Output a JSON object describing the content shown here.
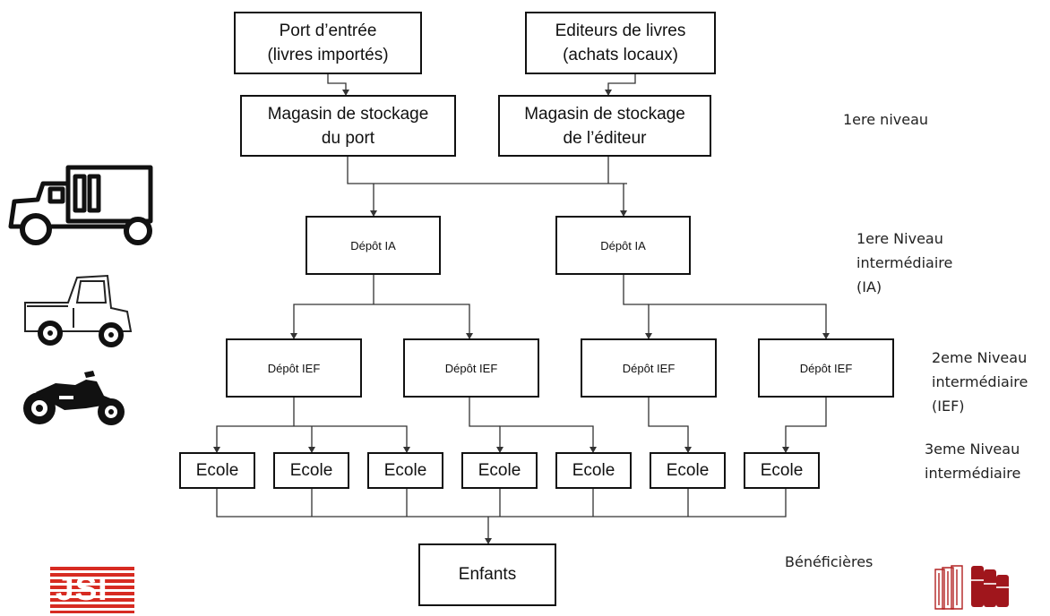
{
  "top": {
    "port": {
      "line1": "Port d’entrée",
      "line2": "(livres importés)"
    },
    "editeurs": {
      "line1": "Editeurs de livres",
      "line2": "(achats locaux)"
    }
  },
  "stores": {
    "port": {
      "line1": "Magasin de stockage",
      "line2": "du port"
    },
    "editeur": {
      "line1": "Magasin de stockage",
      "line2": "de l’éditeur"
    }
  },
  "depots_ia": [
    "Dépôt IA",
    "Dépôt IA"
  ],
  "depots_ief": [
    "Dépôt IEF",
    "Dépôt IEF",
    "Dépôt IEF",
    "Dépôt IEF"
  ],
  "ecoles": [
    "Ecole",
    "Ecole",
    "Ecole",
    "Ecole",
    "Ecole",
    "Ecole",
    "Ecole"
  ],
  "enfants": "Enfants",
  "levels": {
    "l1": "1ere niveau",
    "ia": {
      "line1": "1ere Niveau",
      "line2": "intermédiaire",
      "line3": "(IA)"
    },
    "ief": {
      "line1": "2eme Niveau",
      "line2": "intermédiaire",
      "line3": "(IEF)"
    },
    "l3": {
      "line1": "3eme Niveau",
      "line2": "intermédiaire"
    },
    "benef": "Bénéficières"
  },
  "logo_text": "JSI",
  "icons": [
    "truck-icon",
    "pickup-truck-icon",
    "motorcycle-icon",
    "books-logo-icon"
  ],
  "colors": {
    "line": "#111111",
    "jsi_red": "#d72b22",
    "books_red": "#b22222"
  }
}
